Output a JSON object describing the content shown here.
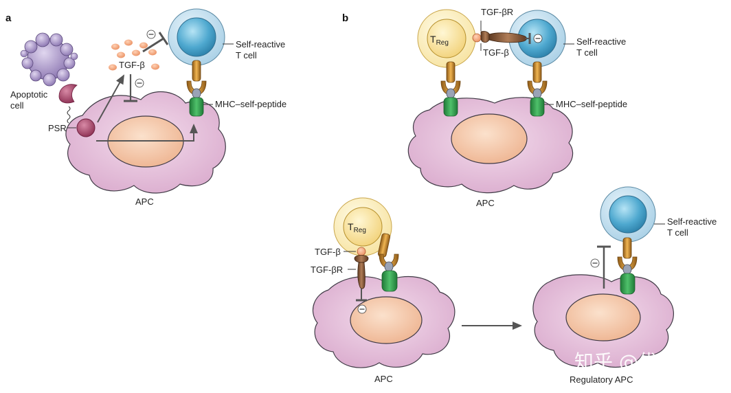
{
  "panels": {
    "a": "a",
    "b": "b"
  },
  "labels": {
    "apoptotic_cell": [
      "Apoptotic",
      "cell"
    ],
    "psr": "PSR",
    "tgf_beta": "TGF-β",
    "tgf_beta_r": "TGF-βR",
    "self_reactive_t_cell": [
      "Self-reactive",
      "T cell"
    ],
    "mhc_self_peptide": "MHC–self-peptide",
    "treg_main": "T",
    "treg_sub": "Reg",
    "apc": "APC",
    "regulatory_apc": "Regulatory APC",
    "inhibition_sign": "⊖"
  },
  "watermark": "知乎 @优宁维",
  "colors": {
    "apc_fill": "#e7c6df",
    "apc_stroke": "#3f3a45",
    "nucleus_fill": "#f3c6a6",
    "tcell_outer": "#c9e2f1",
    "tcell_inner": "#4ea8cf",
    "treg_outer": "#fbecb4",
    "treg_inner": "#f8d98c",
    "mhc_green": "#2f9b4a",
    "tcr_gold": "#c6892c",
    "apoptotic_purple": "#9a86bd",
    "psr_maroon": "#a24466",
    "tgf_dots": "#f3a77d",
    "arrow_gray": "#555555"
  }
}
